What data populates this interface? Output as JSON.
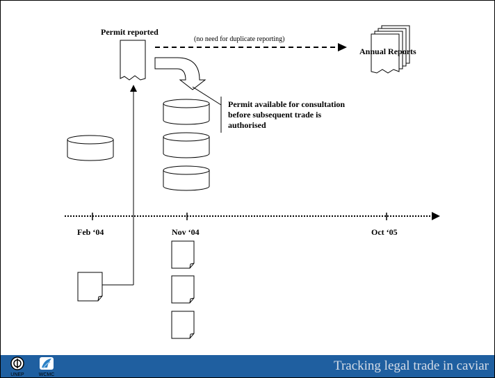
{
  "labels": {
    "permit_reported": "Permit reported",
    "no_duplicate": "(no need for duplicate reporting)",
    "annual_reports": "Annual Reports",
    "permit_available": "Permit available for consultation before subsequent trade is authorised"
  },
  "timeline": {
    "ticks": [
      "Feb ‘04",
      "Nov ‘04",
      "Oct ‘05"
    ]
  },
  "footer": {
    "title": "Tracking legal trade in caviar",
    "logo_unep": "UNEP",
    "logo_wcmc": "WCMC"
  },
  "colors": {
    "footer_bg": "#1f5fa0",
    "footer_text": "#d5dde8",
    "line": "#000000"
  },
  "icons": [
    "unep-logo-icon",
    "wcmc-logo-icon"
  ]
}
